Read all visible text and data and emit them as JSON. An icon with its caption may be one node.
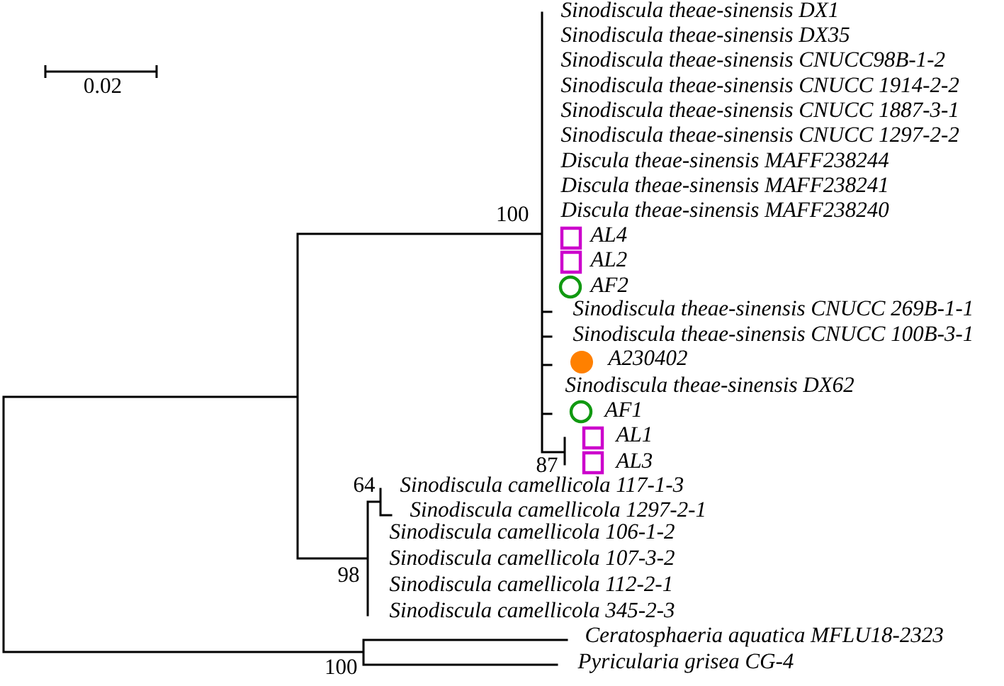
{
  "diagram": {
    "labels": [
      "0.02",
      "Sinodiscula theae-sinensis DX1",
      "Sinodiscula theae-sinensis DX35",
      "Sinodiscula theae-sinensis CNUCC98B-1-2",
      "Sinodiscula theae-sinensis CNUCC 1914-2-2",
      "Sinodiscula theae-sinensis CNUCC 1887-3-1",
      "Sinodiscula theae-sinensis CNUCC 1297-2-2",
      "Discula theae-sinensis MAFF238244",
      "Discula theae-sinensis MAFF238241",
      "100",
      "Discula theae-sinensis MAFF238240",
      "AL4",
      "AL2",
      "AF2",
      "Sinodiscula theae-sinensis CNUCC 269B-1-1",
      "Sinodiscula theae-sinensis CNUCC 100B-3-1",
      "A230402",
      "Sinodiscula theae-sinensis DX62",
      "AF1",
      "AL1",
      "AL3",
      "87",
      "64",
      "Sinodiscula camellicola 117-1-3",
      "Sinodiscula camellicola 1297-2-1",
      "Sinodiscula camellicola 106-1-2",
      "Sinodiscula camellicola 107-3-2",
      "98",
      "Sinodiscula camellicola 112-2-1",
      "Sinodiscula camellicola 345-2-3",
      "Ceratosphaeria aquatica MFLU18-2323",
      "Pyricularia grisea CG-4",
      "100"
    ]
  }
}
